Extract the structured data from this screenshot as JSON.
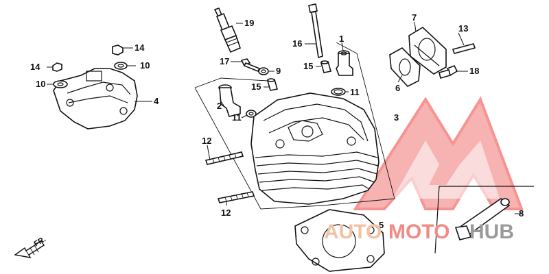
{
  "callouts": [
    {
      "id": "c1",
      "text": "1"
    },
    {
      "id": "c2",
      "text": "2"
    },
    {
      "id": "c3",
      "text": "3"
    },
    {
      "id": "c4",
      "text": "4"
    },
    {
      "id": "c5",
      "text": "5"
    },
    {
      "id": "c6",
      "text": "6"
    },
    {
      "id": "c7",
      "text": "7"
    },
    {
      "id": "c8",
      "text": "8"
    },
    {
      "id": "c9",
      "text": "9"
    },
    {
      "id": "c10a",
      "text": "10"
    },
    {
      "id": "c10b",
      "text": "10"
    },
    {
      "id": "c11a",
      "text": "11"
    },
    {
      "id": "c11b",
      "text": "11"
    },
    {
      "id": "c12a",
      "text": "12"
    },
    {
      "id": "c12b",
      "text": "12"
    },
    {
      "id": "c13",
      "text": "13"
    },
    {
      "id": "c14a",
      "text": "14"
    },
    {
      "id": "c14b",
      "text": "14"
    },
    {
      "id": "c15a",
      "text": "15"
    },
    {
      "id": "c15b",
      "text": "15"
    },
    {
      "id": "c16",
      "text": "16"
    },
    {
      "id": "c17",
      "text": "17"
    },
    {
      "id": "c18",
      "text": "18"
    },
    {
      "id": "c19",
      "text": "19"
    }
  ],
  "direction": {
    "label": "FR."
  },
  "watermark": {
    "part1": "AUTO",
    "part2": "MOTO",
    "part3": "HUB",
    "colors": {
      "auto": "#f2c2a5",
      "moto": "#f28b86",
      "hub": "#9a9a9a",
      "logo": "#f47a78"
    }
  }
}
